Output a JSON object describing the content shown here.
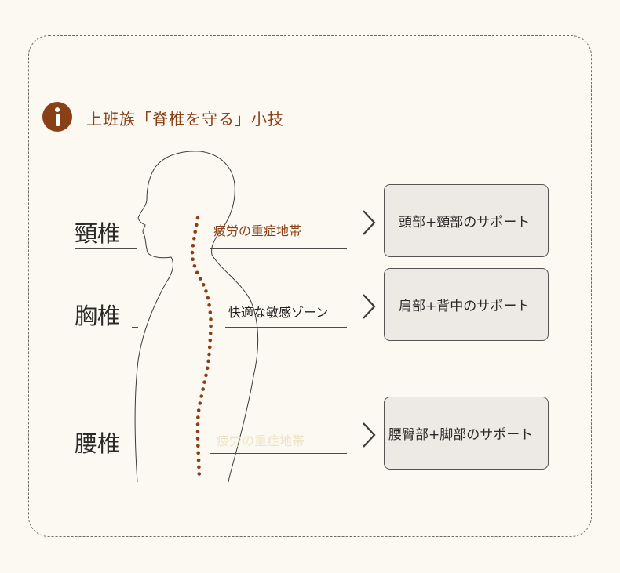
{
  "header": {
    "icon": "info-icon",
    "title": "上班族「脊椎を守る」小技"
  },
  "colors": {
    "accent": "#8a4016",
    "background": "#fcf9f3",
    "box_fill": "#edeae5"
  },
  "sections": [
    {
      "label": "頸椎",
      "note": "疲労の重症地帯",
      "support": "頭部+頸部のサポート"
    },
    {
      "label": "胸椎",
      "note": "快適な敏感ゾーン",
      "support": "肩部+背中のサポート"
    },
    {
      "label": "腰椎",
      "note": "疲労の重症地帯",
      "support": "腰臀部+脚部のサポート"
    }
  ]
}
